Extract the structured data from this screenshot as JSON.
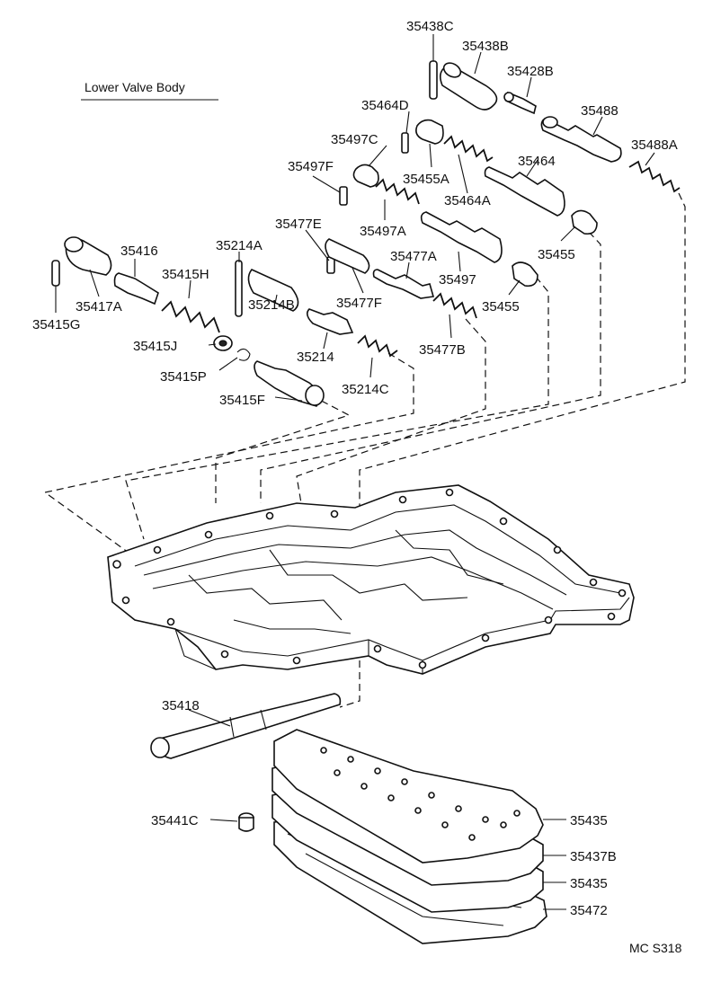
{
  "title": "Lower Valve Body",
  "code": "MC S318",
  "labels": {
    "p35438C": "35438C",
    "p35438B": "35438B",
    "p35428B": "35428B",
    "p35488": "35488",
    "p35488A": "35488A",
    "p35464D": "35464D",
    "p35497C": "35497C",
    "p35464": "35464",
    "p35455A": "35455A",
    "p35464A": "35464A",
    "p35497F": "35497F",
    "p35497A": "35497A",
    "p35477E": "35477E",
    "p35455a": "35455",
    "p35477A": "35477A",
    "p35497": "35497",
    "p35455b": "35455",
    "p35416": "35416",
    "p35214A": "35214A",
    "p35415H": "35415H",
    "p35417A": "35417A",
    "p35415G": "35415G",
    "p35214B": "35214B",
    "p35477F": "35477F",
    "p35477B": "35477B",
    "p35415J": "35415J",
    "p35214": "35214",
    "p35415P": "35415P",
    "p35214C": "35214C",
    "p35415F": "35415F",
    "p35418": "35418",
    "p35441C": "35441C",
    "p35435a": "35435",
    "p35437B": "35437B",
    "p35435b": "35435",
    "p35472": "35472"
  }
}
